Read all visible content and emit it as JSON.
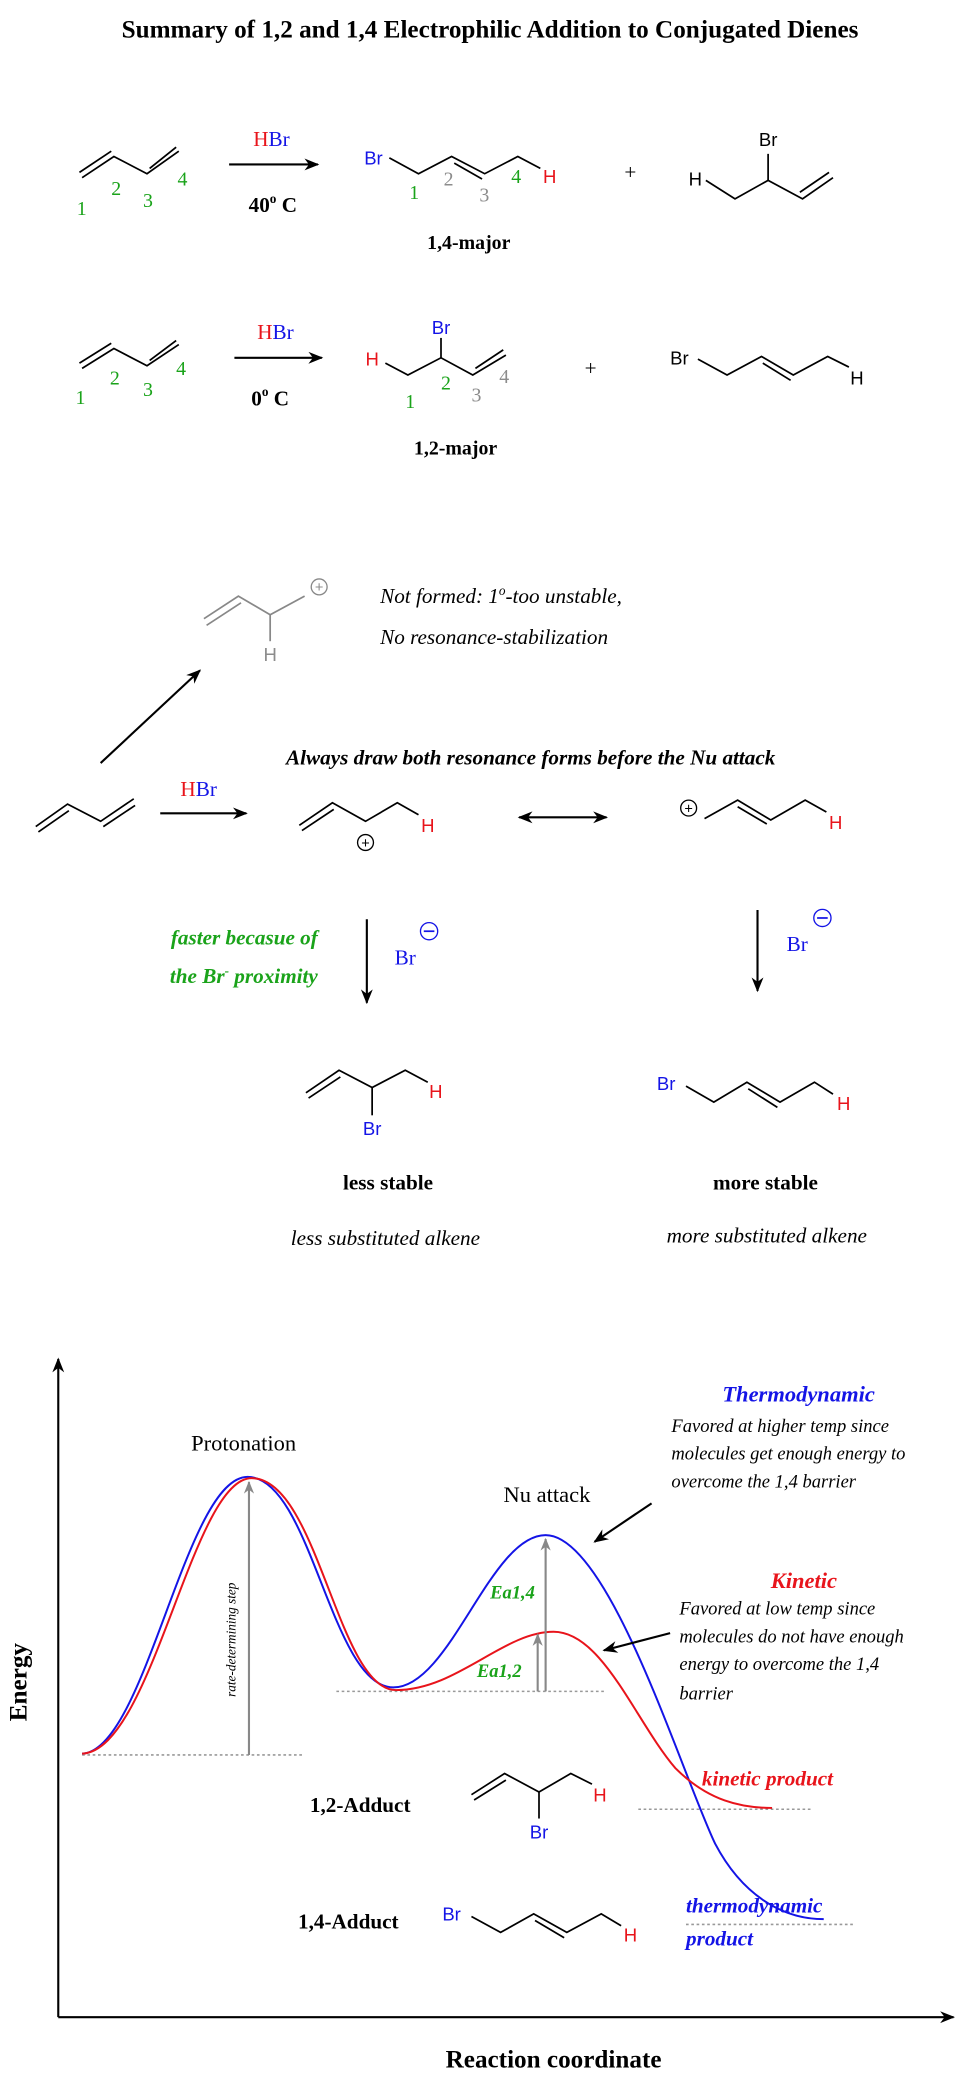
{
  "title": "Summary of 1,2 and 1,4 Electrophilic Addition to Conjugated Dienes",
  "colors": {
    "hydrogen": "#e8141b",
    "bromine": "#1414e6",
    "numbering": "#1aa31a",
    "faded": "#8c8c8c",
    "thermodynamic": "#1414e6",
    "kinetic": "#e8141b"
  },
  "atoms": {
    "H": "H",
    "Br": "Br",
    "plus": "+"
  },
  "numbers": [
    "1",
    "2",
    "3",
    "4"
  ],
  "reaction1": {
    "reagent_h": "H",
    "reagent_br": "Br",
    "temp": "40",
    "degree": "o",
    "unit": " C",
    "label": "1,4-major"
  },
  "reaction2": {
    "reagent_h": "H",
    "reagent_br": "Br",
    "temp": "0",
    "degree": "o",
    "unit": " C",
    "label": "1,2-major"
  },
  "mechanism": {
    "not_formed_line1_a": "Not formed: 1",
    "not_formed_line1_sup": "o",
    "not_formed_line1_b": "-too unstable,",
    "not_formed_line2": "No resonance-stabilization",
    "resonance_note": "Always draw both resonance forms before the Nu attack",
    "faster_line1": "faster becasue of",
    "faster_line2_a": "the Br",
    "faster_line2_sup": "-",
    "faster_line2_b": " proximity",
    "less_stable": "less stable",
    "more_stable": "more stable",
    "less_sub": "less substituted alkene",
    "more_sub": "more substituted alkene"
  },
  "energy_diagram": {
    "y_axis": "Energy",
    "x_axis": "Reaction coordinate",
    "protonation": "Protonation",
    "nu_attack": "Nu attack",
    "rds": "rate-determining step",
    "ea14": "Ea1,4",
    "ea12": "Ea1,2",
    "thermo_title": "Thermodynamic",
    "thermo_lines": [
      "Favored at higher temp since",
      "molecules get enough energy to",
      "overcome the 1,4 barrier"
    ],
    "kinetic_title": "Kinetic",
    "kinetic_lines": [
      "Favored at low temp since",
      "molecules do not have enough",
      "energy to overcome the 1,4",
      "barrier"
    ],
    "kinetic_product": "kinetic product",
    "thermo_product_1": "thermodynamic",
    "thermo_product_2": "product",
    "adduct12": "1,2-Adduct",
    "adduct14": "1,4-Adduct"
  }
}
